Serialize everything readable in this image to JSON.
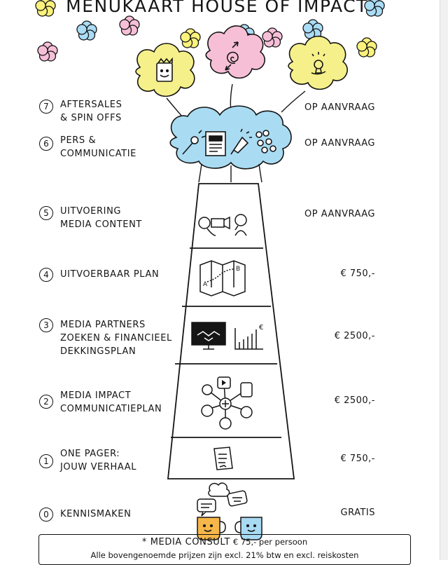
{
  "title": "MENUKAART  HOUSE OF IMPACT",
  "items": [
    {
      "number": "7",
      "label_lines": [
        "AFTERSALES",
        "& SPIN OFFS"
      ],
      "price": "OP AANVRAAG"
    },
    {
      "number": "6",
      "label_lines": [
        "PERS &",
        "COMMUNICATIE"
      ],
      "price": "OP AANVRAAG"
    },
    {
      "number": "5",
      "label_lines": [
        "UITVOERING",
        "MEDIA CONTENT"
      ],
      "price": "OP AANVRAAG"
    },
    {
      "number": "4",
      "label_lines": [
        "UITVOERBAAR PLAN"
      ],
      "price": "€ 750,-"
    },
    {
      "number": "3",
      "label_lines": [
        "MEDIA PARTNERS",
        "ZOEKEN & FINANCIEEL",
        "DEKKINGSPLAN"
      ],
      "price": "€ 2500,-"
    },
    {
      "number": "2",
      "label_lines": [
        "MEDIA IMPACT",
        "COMMUNICATIEPLAN"
      ],
      "price": "€ 2500,-"
    },
    {
      "number": "1",
      "label_lines": [
        "ONE PAGER:",
        "JOUW VERHAAL"
      ],
      "price": "€ 750,-"
    },
    {
      "number": "0",
      "label_lines": [
        "KENNISMAKEN"
      ],
      "price": "GRATIS"
    }
  ],
  "footer": {
    "consult_label": "* MEDIA CONSULT",
    "consult_price": "€ 75,- per persoon",
    "note": "Alle bovengenoemde prijzen zijn excl. 21% btw en excl. reiskosten"
  },
  "colors": {
    "cloud_blue": "#a9dcf2",
    "cloud_yellow": "#f6f08a",
    "cloud_pink": "#f7bfd6",
    "flower_yellow": "#fbf27c",
    "flower_blue": "#aadcf5",
    "flower_pink": "#f6bfd8",
    "mug_orange": "#f6b64a",
    "mug_blue": "#a9daf3",
    "ink": "#151515"
  },
  "icons": [
    "flower-icon",
    "smiley-icon",
    "spiral-icon",
    "lightbulb-icon",
    "microphone-icon",
    "newspaper-icon",
    "megaphone-icon",
    "camera-icon",
    "map-icon",
    "handshake-icon",
    "bar-chart-icon",
    "network-icon",
    "document-icon",
    "speech-bubble-icon",
    "mug-icon"
  ]
}
